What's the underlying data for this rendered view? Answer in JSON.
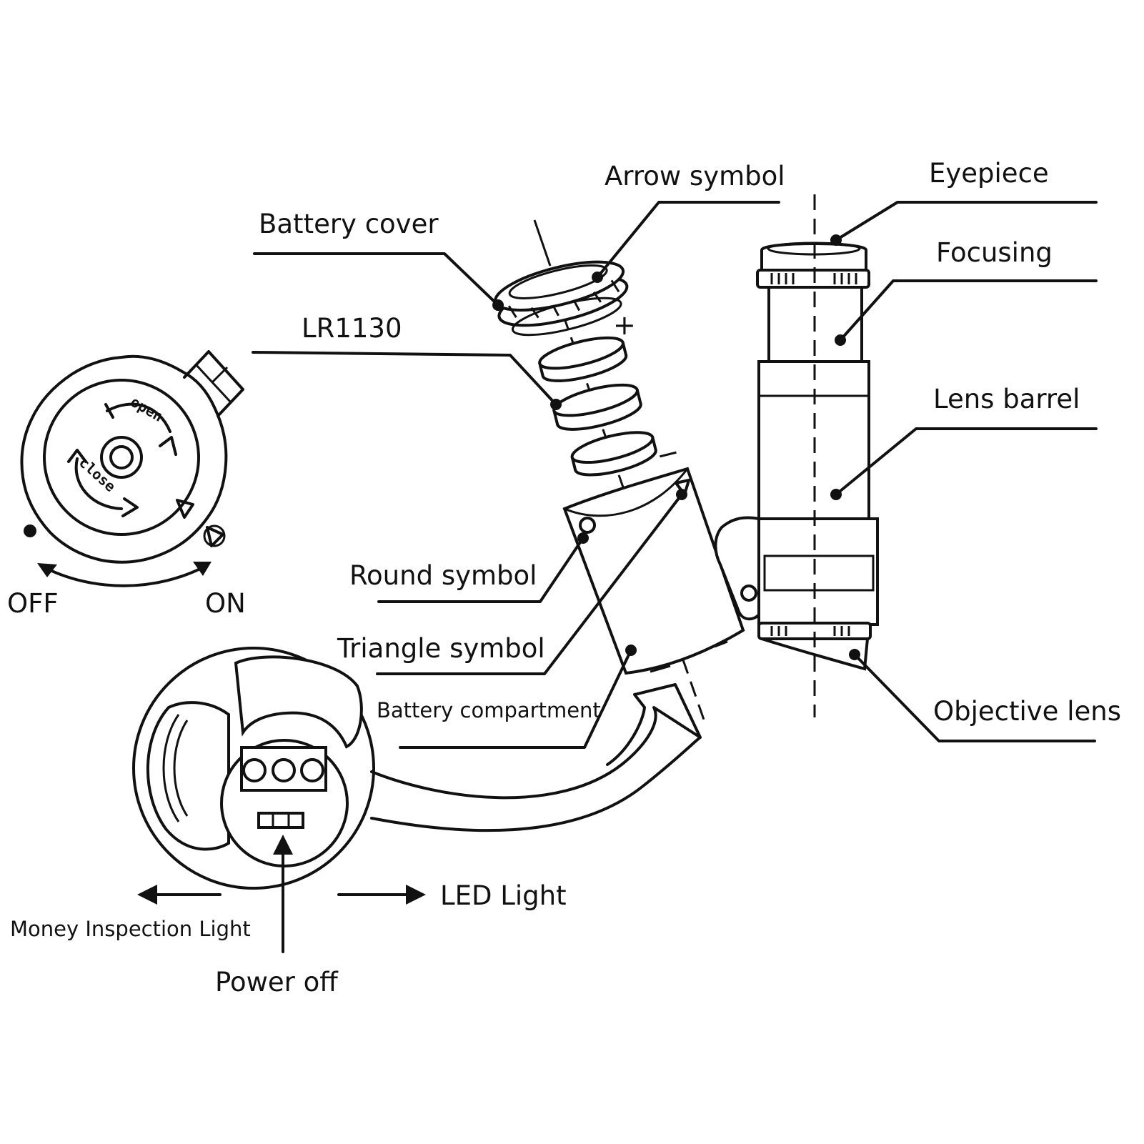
{
  "labels": {
    "arrow_symbol": "Arrow symbol",
    "eyepiece": "Eyepiece",
    "battery_cover": "Battery cover",
    "focusing": "Focusing",
    "lr1130": "LR1130",
    "lens_barrel": "Lens barrel",
    "round_symbol": "Round symbol",
    "triangle_symbol": "Triangle symbol",
    "battery_compartment": "Battery compartment",
    "objective_lens": "Objective lens",
    "off": "OFF",
    "on": "ON",
    "money_inspection_light": "Money Inspection Light",
    "led_light": "LED Light",
    "power_off": "Power off"
  },
  "dial": {
    "open_text": "open",
    "close_text": "close"
  },
  "battery_cover_signs": {
    "plus": "+",
    "minus": "−"
  }
}
